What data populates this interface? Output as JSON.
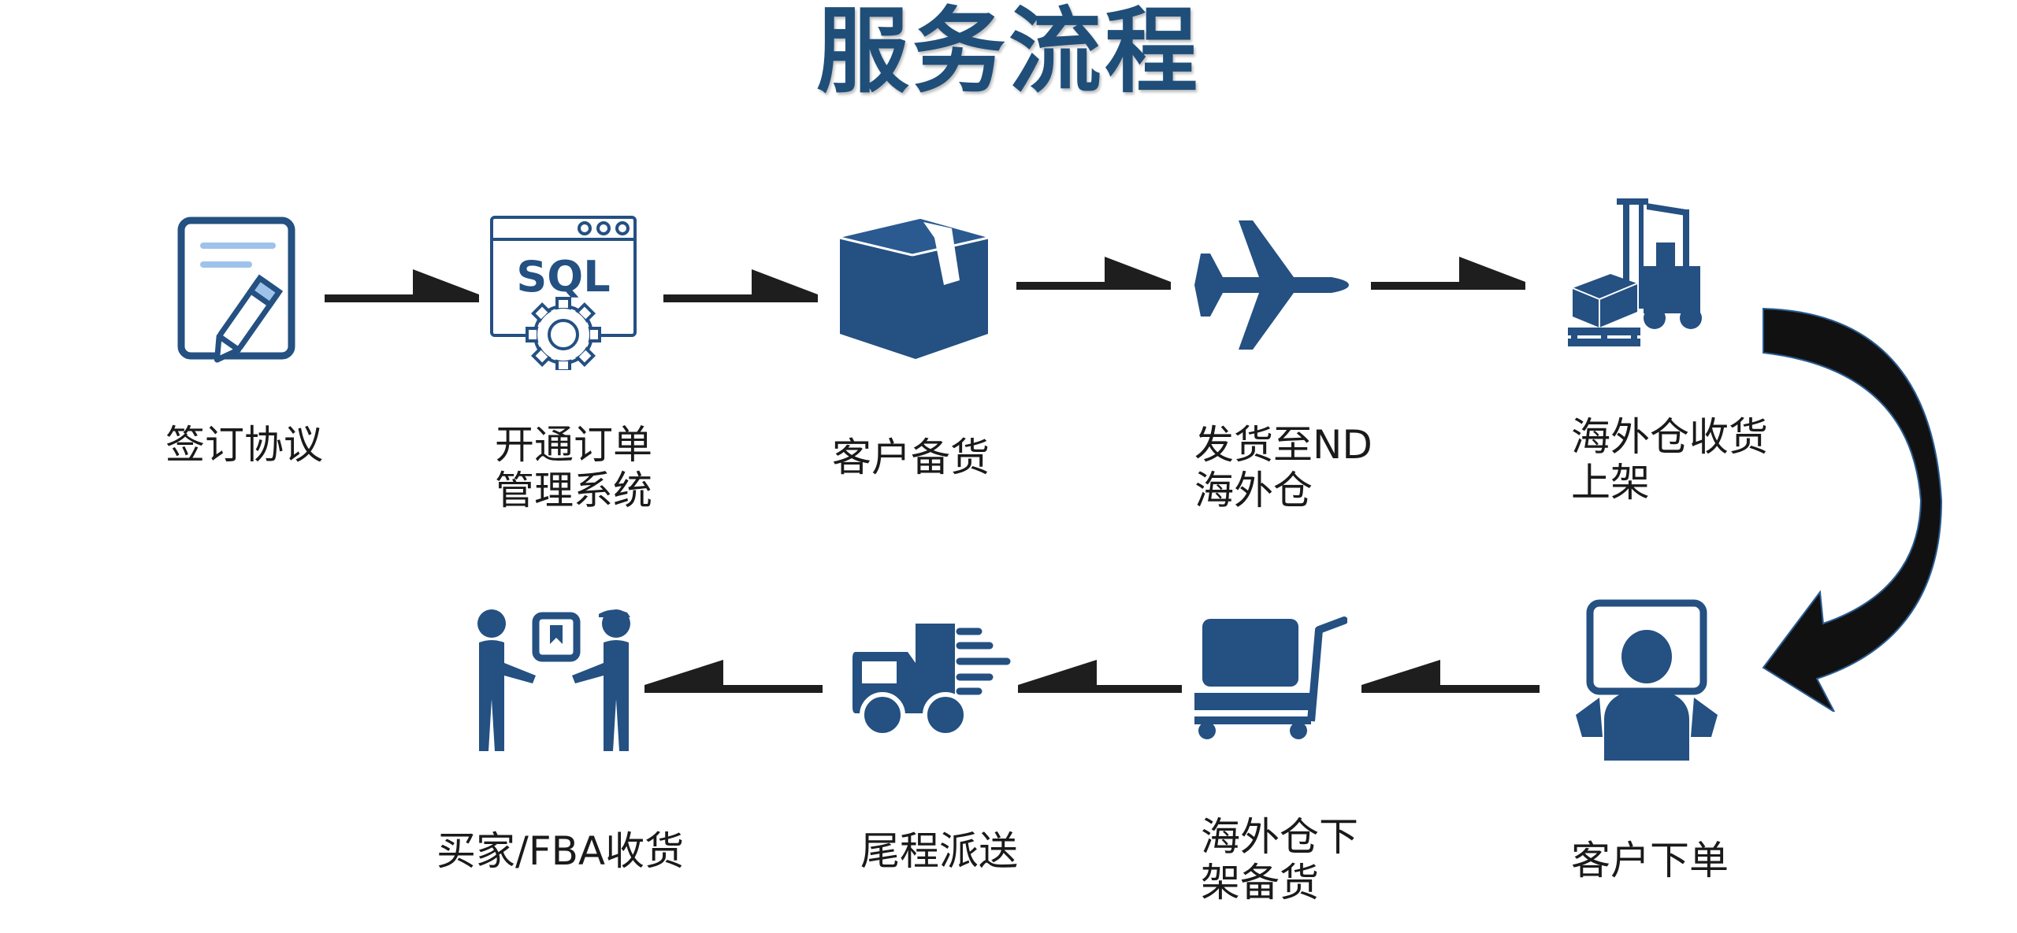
{
  "title": "服务流程",
  "colors": {
    "icon": "#245082",
    "title": "#1f4e79",
    "arrow": "#1e1e1e"
  },
  "steps": [
    {
      "icon": "document-sign-icon",
      "label_lines": [
        "签订协议"
      ]
    },
    {
      "icon": "sql-gear-icon",
      "label_lines": [
        "开通订单",
        "管理系统"
      ],
      "sql_text": "SQL"
    },
    {
      "icon": "box-icon",
      "label_lines": [
        "客户备货"
      ]
    },
    {
      "icon": "airplane-icon",
      "label_lines": [
        "发货至ND",
        "海外仓"
      ]
    },
    {
      "icon": "forklift-icon",
      "label_lines": [
        "海外仓收货",
        "上架"
      ]
    },
    {
      "icon": "customer-computer-icon",
      "label_lines": [
        "客户下单"
      ]
    },
    {
      "icon": "cart-icon",
      "label_lines": [
        "海外仓下",
        "架备货"
      ]
    },
    {
      "icon": "truck-icon",
      "label_lines": [
        "尾程派送"
      ]
    },
    {
      "icon": "handover-icon",
      "label_lines": [
        "买家/FBA收货"
      ]
    }
  ]
}
